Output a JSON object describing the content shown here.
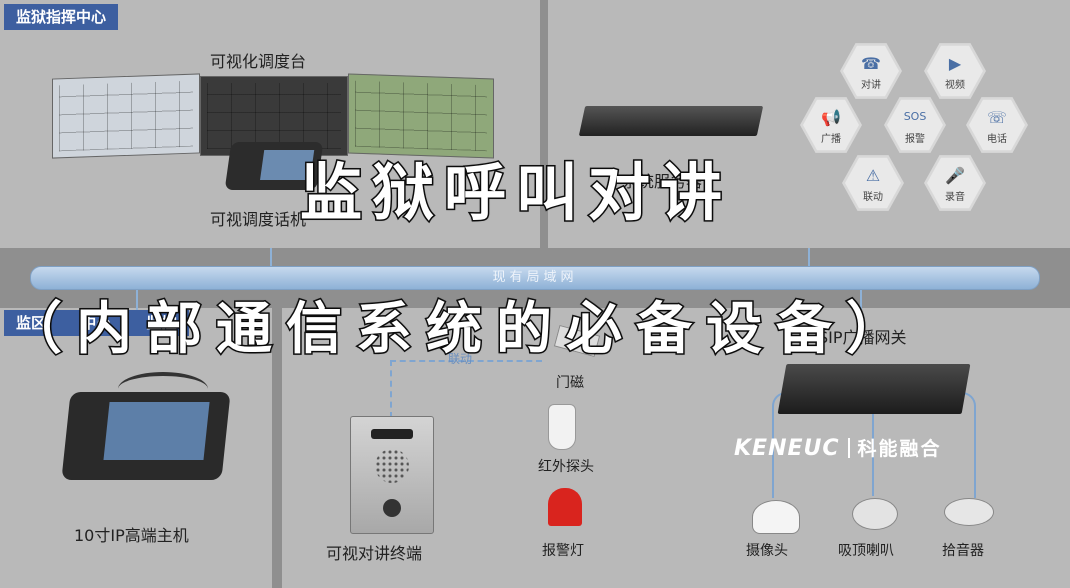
{
  "sections": {
    "top_left_title": "监狱指挥中心",
    "bottom_left_title": "监区",
    "bottom_left_title_tail": "中心",
    "bottom_left_title_tail2": "监控"
  },
  "devices": {
    "visual_console": "可视化调度台",
    "visual_dispatch_phone": "可视调度话机",
    "system_server": "系统服务器",
    "host_10inch": "10寸IP高端主机",
    "video_intercom": "可视对讲终端",
    "door_magnet": "门磁",
    "infrared_probe": "红外探头",
    "alarm_light": "报警灯",
    "sip_gateway": "SIP广播网关",
    "camera": "摄像头",
    "ceiling_speaker": "吸顶喇叭",
    "pickup": "拾音器"
  },
  "features": [
    {
      "label": "对讲",
      "icon": "intercom-icon",
      "glyph": "☎"
    },
    {
      "label": "视频",
      "icon": "video-icon",
      "glyph": "▶"
    },
    {
      "label": "广播",
      "icon": "broadcast-icon",
      "glyph": "📢"
    },
    {
      "label": "报警",
      "icon": "sos-icon",
      "glyph": "SOS"
    },
    {
      "label": "电话",
      "icon": "phone-icon",
      "glyph": "☏"
    },
    {
      "label": "联动",
      "icon": "linkage-icon",
      "glyph": "⚠"
    },
    {
      "label": "录音",
      "icon": "mic-icon",
      "glyph": "🎤"
    }
  ],
  "network_label": "现有局域网",
  "linkage_label": "联动",
  "brand": {
    "latin": "KENEUC",
    "chinese": "科能融合"
  },
  "overlay": {
    "title": "监狱呼叫对讲",
    "subtitle": "（内部通信系统的必备设备）"
  },
  "colors": {
    "title_bg": "#3d5fa0",
    "network_bar": "#8eb1d6",
    "alarm_red": "#d9241e"
  }
}
